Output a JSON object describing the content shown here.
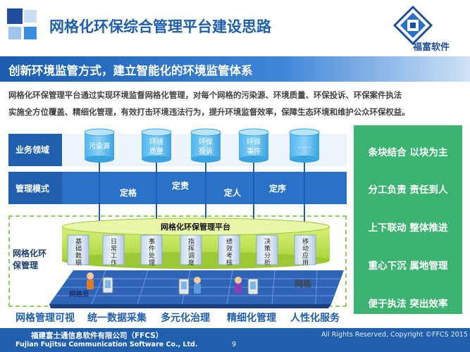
{
  "header": {
    "title": "网格化环保综合管理平台建设思路",
    "logo_text": "福富软件",
    "brand_color": "#1f5fae"
  },
  "subtitle": "创新环境监管方式，建立智能化的环境监管体系",
  "intro": {
    "line1": "网格化环保管理平台通过实现环境监督网格化管理，对每个网格的污染源、环境质量、环保投诉、环保案件执法",
    "line2": "实施全方位覆盖、精细化管理，有效打击环境违法行为，提升环境监督效率，保障生态环境和维护公众环保权益。"
  },
  "diagram": {
    "business_label": "业务领域",
    "management_label": "管理模式",
    "grid_label_1": "网格化环",
    "grid_label_2": "保管理",
    "cylinders": [
      {
        "line1": "污染源",
        "line2": ""
      },
      {
        "line1": "环境",
        "line2": "质量"
      },
      {
        "line1": "环保",
        "line2": "投诉"
      },
      {
        "line1": "环保",
        "line2": "事件"
      },
      {
        "line1": "……",
        "line2": ""
      }
    ],
    "modes": [
      "定格",
      "定责",
      "定人",
      "定序"
    ],
    "platform_title": "网格化环保管理平台",
    "modules": [
      "基础数据",
      "日常工作",
      "事件处理",
      "指挥调度",
      "绩效考核",
      "决策分析",
      "移动应用"
    ],
    "grid_member_label": "网格员",
    "grid_side_label": "网格"
  },
  "bottom_labels": [
    "网格管理可视",
    "统一数据采集",
    "多元化治理",
    "精细化管理",
    "人性化服务"
  ],
  "right_panel": {
    "items": [
      "条块结合 以块为主",
      "分工负责 责任到人",
      "上下联动 整体推进",
      "重心下沉 属地管理",
      "便于执法 突出效率"
    ],
    "color": "#3cb371"
  },
  "footer": {
    "company_cn": "福建富士通信息软件有限公司（FFCS）",
    "company_en": "Fujian Fujitsu Communication Software Co., Ltd.",
    "page": "9",
    "rights": "All Rights Reserved, Copyright ©FFCS 2015"
  }
}
